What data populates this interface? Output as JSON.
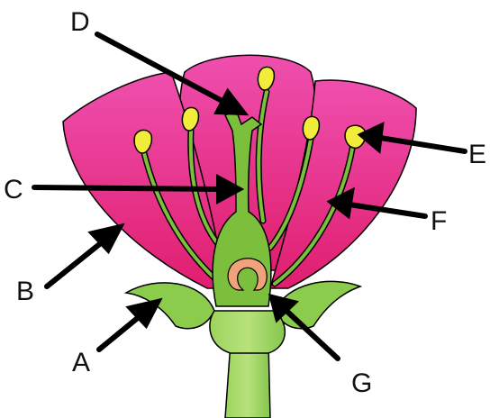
{
  "labels": {
    "a": "A",
    "b": "B",
    "c": "C",
    "d": "D",
    "e": "E",
    "f": "F",
    "g": "G"
  },
  "colors": {
    "petal_light": "#ef4fae",
    "petal_mid": "#e8409e",
    "petal_dark": "#e01e6f",
    "stem": "#8ccc4c",
    "stem_dark": "#4a8a2a",
    "pistil": "#7bbf3c",
    "ovule": "#f0a27a",
    "anther": "#f2ec3a",
    "outline": "#000000",
    "background": "#ffffff"
  }
}
